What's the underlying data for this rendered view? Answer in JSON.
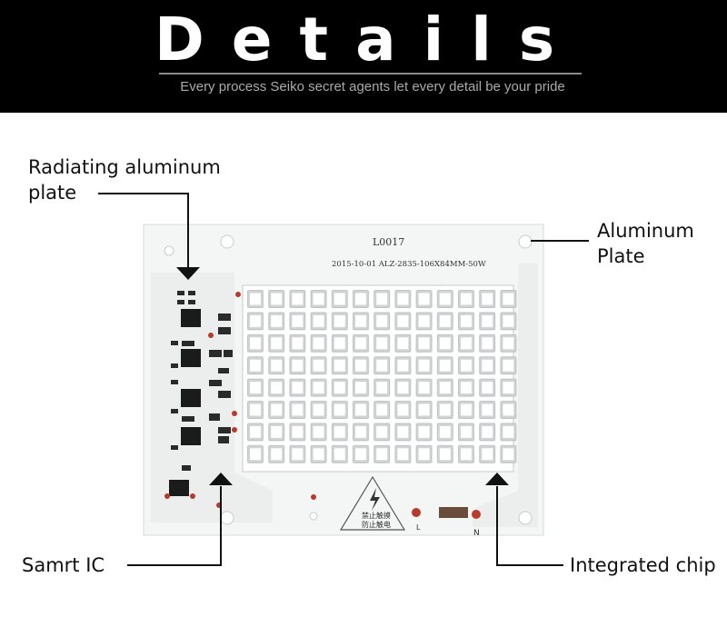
{
  "header": {
    "title": "Details",
    "subtitle": "Every process Seiko secret agents let every detail be your pride"
  },
  "board": {
    "model": "L0017",
    "spec": "2015-10-01  ALZ-2835-106X84MM-50W",
    "warning_line1": "禁止触摸",
    "warning_line2": "防止触电",
    "label_l": "L",
    "label_n": "N",
    "led_rows": 8,
    "led_cols": 13
  },
  "callouts": {
    "radiating_line1": "Radiating  aluminum",
    "radiating_line2": "plate",
    "aluminum_line1": "Aluminum",
    "aluminum_line2": "Plate",
    "smart_ic": "Samrt  IC",
    "integrated_chip": "Integrated  chip"
  },
  "colors": {
    "header_bg": "#000000",
    "header_text": "#ffffff",
    "board": "#f4f5f5",
    "trace": "#e9ebeb",
    "led_frame": "#cfd2d2",
    "led_face": "#ffffff",
    "chip": "#1b1b1b",
    "pad": "#b83a2a"
  }
}
